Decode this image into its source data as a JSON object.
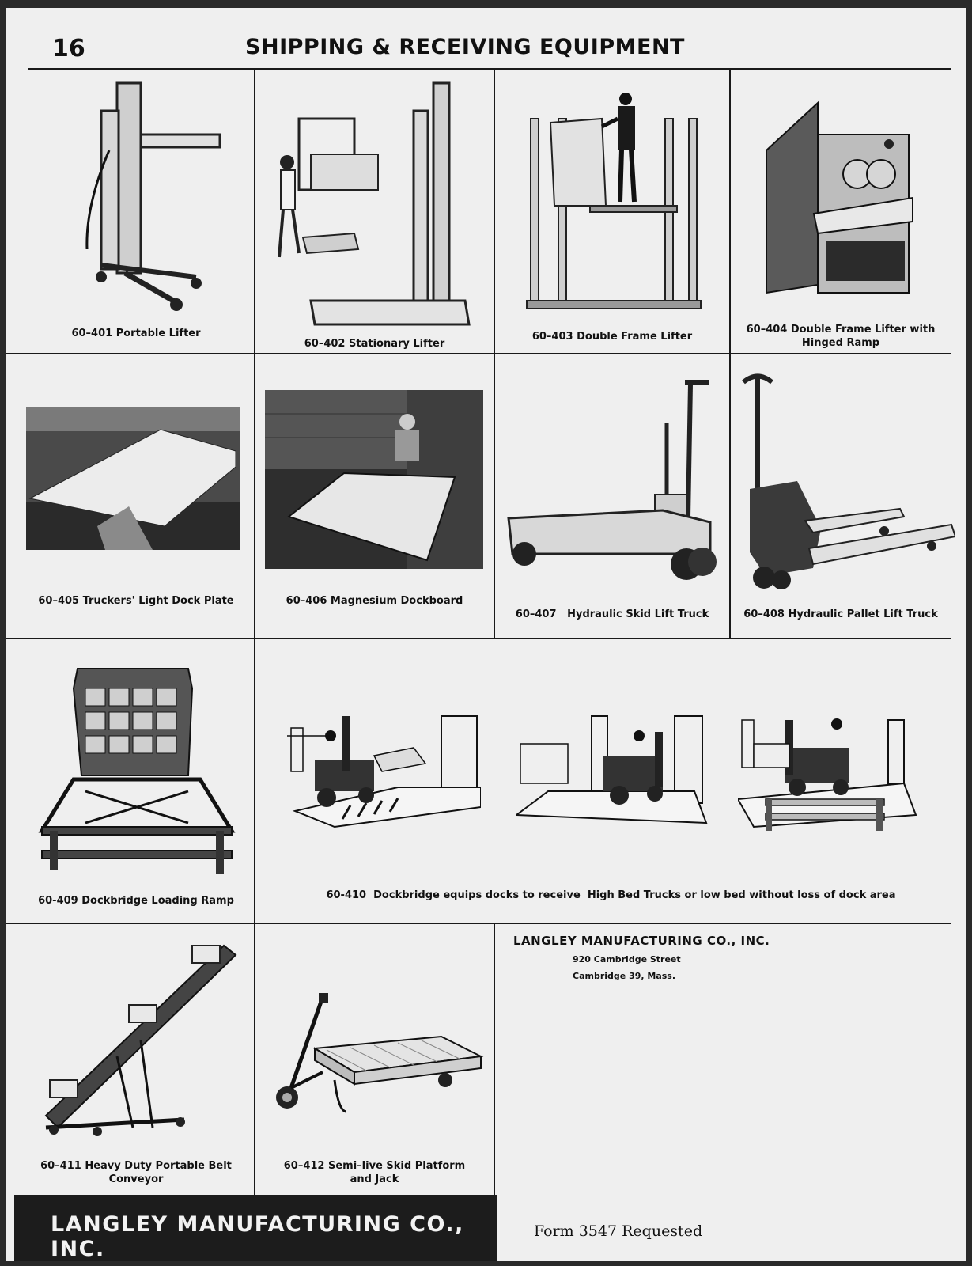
{
  "header": {
    "page_number": "16",
    "title": "SHIPPING & RECEIVING EQUIPMENT"
  },
  "products": [
    {
      "caption": "60–401 Portable Lifter"
    },
    {
      "caption": "60–402 Stationary Lifter"
    },
    {
      "caption": "60–403 Double Frame Lifter"
    },
    {
      "caption_line1": "60–404 Double Frame Lifter with",
      "caption_line2": "Hinged Ramp"
    },
    {
      "caption": "60–405 Truckers' Light Dock Plate"
    },
    {
      "caption": "60–406 Magnesium Dockboard"
    },
    {
      "caption": "60–407   Hydraulic Skid Lift Truck"
    },
    {
      "caption": "60–408 Hydraulic Pallet Lift Truck"
    },
    {
      "caption": "60-409 Dockbridge Loading Ramp"
    },
    {
      "caption": "60-410  Dockbridge equips docks to receive  High Bed Trucks or low bed without loss of dock area"
    },
    {
      "caption_line1": "60–411 Heavy Duty Portable Belt",
      "caption_line2": "Conveyor"
    },
    {
      "caption_line1": "60–412 Semi–live Skid Platform",
      "caption_line2": "and Jack"
    }
  ],
  "company": {
    "name": "LANGLEY MANUFACTURING CO., INC.",
    "street": "920 Cambridge Street",
    "city": "Cambridge 39, Mass."
  },
  "footer": {
    "banner": "LANGLEY MANUFACTURING CO., INC.",
    "form_note": "Form 3547 Requested"
  }
}
